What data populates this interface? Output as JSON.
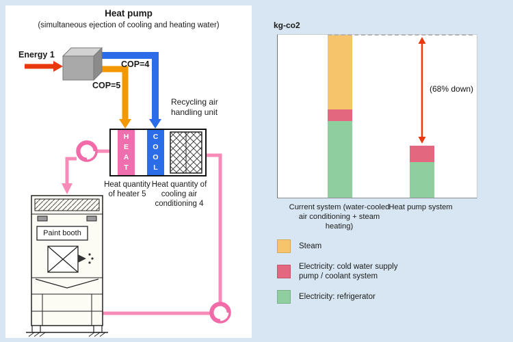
{
  "diagram": {
    "title": "Heat pump",
    "subtitle": "(simultaneous ejection of cooling and heating water)",
    "energy_label": "Energy 1",
    "cop_heating": "COP=5",
    "cop_cooling": "COP=4",
    "ahu_label": "Recycling air handling unit",
    "heat_section_label": "HEAT",
    "cool_section_label": "COOL",
    "heater_quantity_label": "Heat quantity of heater 5",
    "cooling_quantity_label": "Heat quantity of cooling air conditioning 4",
    "paint_booth_label": "Paint booth"
  },
  "chart_data": {
    "type": "bar",
    "stacked": true,
    "unit_label": "kg-co2",
    "categories": [
      "Current system (water-cooled air conditioning + steam heating)",
      "Heat pump system"
    ],
    "series": [
      {
        "name": "Steam",
        "color": "#f6c46b",
        "values": [
          46,
          0
        ]
      },
      {
        "name": "Electricity: cold water supply pump / coolant system",
        "color": "#e2677f",
        "values": [
          7,
          10
        ]
      },
      {
        "name": "Electricity: refrigerator",
        "color": "#8fcf9d",
        "values": [
          47,
          22
        ]
      }
    ],
    "ylim": [
      0,
      100
    ],
    "annotation": "(68% down)",
    "grid": false,
    "legend_position": "bottom",
    "baseline_dashed": true
  },
  "colors": {
    "background": "#d7e6f2",
    "heating_arrow": "#f39800",
    "cooling_arrow": "#2b6ce8",
    "pipe_pink": "#f78bb8",
    "energy_arrow": "#e8380d",
    "reduction_arrow": "#e8380d"
  }
}
